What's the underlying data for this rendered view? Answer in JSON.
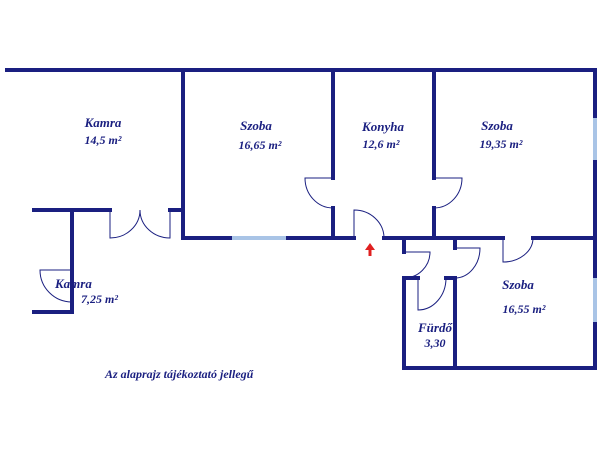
{
  "rooms": [
    {
      "name": "Kamra",
      "area": "14,5 m²"
    },
    {
      "name": "Szoba",
      "area": "16,65 m²"
    },
    {
      "name": "Konyha",
      "area": "12,6 m²"
    },
    {
      "name": "Szoba",
      "area": "19,35 m²"
    },
    {
      "name": "Kamra",
      "area": "7,25 m²"
    },
    {
      "name": "Szoba",
      "area": "16,55 m²"
    },
    {
      "name": "Fürdő",
      "area": "3,30"
    }
  ],
  "note": "Az alaprajz tájékoztató jellegű",
  "colors": {
    "wall": "#1a1f80",
    "window": "#a9c4e6",
    "entrance_arrow": "#e02020"
  },
  "icons": {
    "entrance": "entrance-arrow-icon"
  }
}
